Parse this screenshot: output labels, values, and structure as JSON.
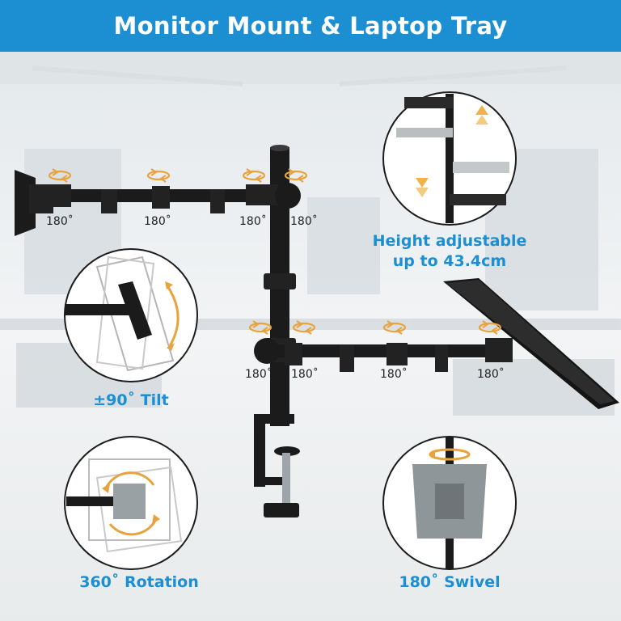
{
  "banner": {
    "title": "Monitor Mount & Laptop Tray"
  },
  "features": {
    "height": {
      "line1": "Height adjustable",
      "line2": "up to 43.4cm"
    },
    "tilt": "±90˚ Tilt",
    "rotation": "360˚ Rotation",
    "swivel": "180˚ Swivel"
  },
  "degrees": {
    "top": [
      "180˚",
      "180˚",
      "180˚",
      "180˚"
    ],
    "bottom": [
      "180˚",
      "180˚",
      "180˚",
      "180˚"
    ]
  },
  "colors": {
    "accent": "#1c8fd3",
    "arrow": "#e8a33d",
    "metal": "#1b1b1b"
  }
}
